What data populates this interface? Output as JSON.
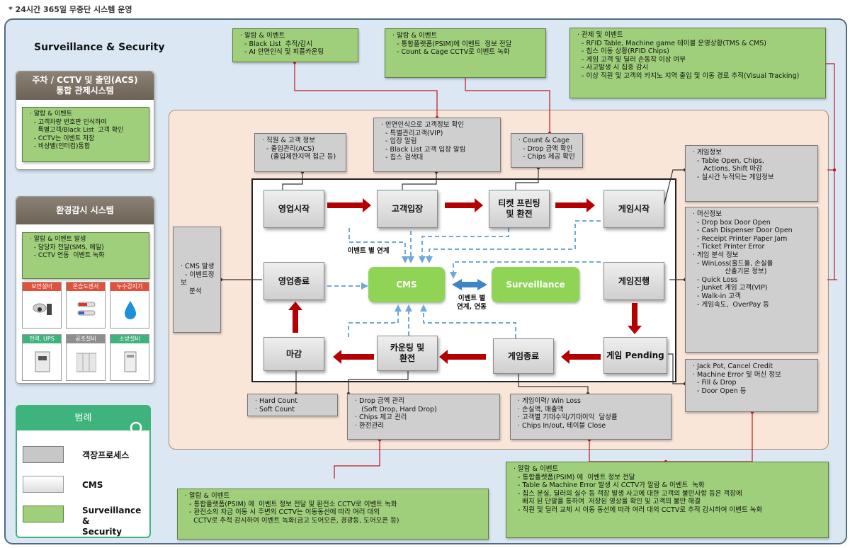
{
  "top_note": "* 24시간 365일 무중단 시스템 운영",
  "section_title": "Surveillance & Security",
  "left_panels": {
    "parking": {
      "title": "주차 / CCTV 및 출입(ACS)\n통합 관제시스템",
      "text": "· 알람 & 이벤트\n  - 고객차량 번호판 인식하여\n    특별고객/Black List  고객 확인\n  - CCTV는 이벤트 저장\n  - 비상벨(인터컴)통합"
    },
    "environment": {
      "title": "환경감시 시스템",
      "text": "· 알람 & 이벤트 발생\n  - 담당자 전달(SMS, 메일)\n  - CCTV 연동  이벤트 녹화",
      "tiles": [
        {
          "label": "보안설비",
          "color": "#e0523b"
        },
        {
          "label": "온습도센서",
          "color": "#e0523b"
        },
        {
          "label": "누수감지기",
          "color": "#e0523b"
        },
        {
          "label": "전력, UPS",
          "color": "#3eb37c"
        },
        {
          "label": "공조설비",
          "color": "#8f8f8f"
        },
        {
          "label": "소방설비",
          "color": "#3eb37c"
        }
      ]
    }
  },
  "legend": {
    "title": "범례",
    "items": [
      "객장프로세스",
      "CMS",
      "Surveillance &\nSecurity"
    ]
  },
  "green_notes": {
    "top1": "· 알람 & 이벤트\n  - Black List  추적/감시\n  - AI 안면인식 및 피플카운팅",
    "top2": "· 알람 & 이벤트\n  - 통합플랫폼(PSIM)에 이벤트  정보 전달\n  - Count & Cage CCTV로 이벤트 녹화",
    "top3": "· 관제 및 이벤트\n  - RFID Table, Machine game 테이블 운영상황(TMS & CMS)\n  - 칩스 이동 상황(RFID Chips)\n  - 게임 고객 및 딜러 손동작 이상 여부\n  - 사고발생 시 집중 감시\n  - 이상 직원 및 고객의 카지노 지역 출입 및 이동 경로 추적(Visual Tracking)",
    "bottom1": "· 알람 & 이벤트\n  - 통합플랫폼(PSIM) 에  이벤트 정보 전달 및 환전소 CCTV로 이벤트 녹화\n  - 환전소의 자금 이동 시 주변의 CCTV는 이동동선에 따라 여러 대의\n    CCTV로 추적 감시하여 이벤트 녹화(금고 도어오픈, 경광등, 도어오픈 등)",
    "bottom2": "· 알람 & 이벤트\n  - 통합플랫폼(PSIM) 에  이벤트 정보 전달\n  - Table & Machine Error 발생 시 CCTV가 알람 & 이벤트  녹화\n  - 칩스 분실, 딜러의 실수 등 객장 발생 사고에 대한 고객의 불만사항 등은 객장에\n    배치 된 단말을 통하여  저장된 영상을 확인 및 고객의 불만 해결\n  - 직원 및 딜러 교체 시 이동 동선에 따라 여러 대의 CCTV로 추적 감시하여 이벤트 녹화"
  },
  "gray_notes": {
    "staff": "· 직원 & 고객 정보\n  - 출입관리(ACS)\n    (출입제한지역 접근 등)",
    "face": "· 안면인식으로 고객정보 확인\n  - 특별관리고객(VIP)\n  - 입장 알림\n  - Black List 고객 입장 알림\n  - 칩스 검색대",
    "count_cage": "· Count & Cage\n  - Drop 금액 확인\n  - Chips 제공 확인",
    "game_info": "· 게임정보\n  - Table Open, Chips,\n     Actions, Shift 마감\n  - 실시간 누적되는 게임정보",
    "machine": "· 머신정보\n  - Drop box Door Open\n  - Cash Dispenser Door Open\n  - Receipt Printer Paper Jam\n  - Ticket Printer Error\n· 게임 분석 정보\n  - WinLoss(홀드율, 손실율\n               산출기본 정보)\n  - Quick Loss\n  - Junket 게임 고객(VIP)\n  - Walk-in 고객\n  - 게임속도,  OverPay 등",
    "jackpot": "· Jack Pot, Cancel Credit\n· Machine Error 및 머신 정보\n  - Fill & Drop\n  - Door Open 등",
    "cms_left": "· CMS 발생\n  - 이벤트정보\n    분석",
    "hard_count": "· Hard Count\n· Soft Count",
    "drop": "· Drop 금액 관리\n   (Soft Drop, Hard Drop)\n· Chips 제고 관리\n· 환전관리",
    "history": "· 게임이력/ Win Loss\n· 손실액, 매출액\n· 고객별 기대수익/기대이익  달성률\n· Chips In/out, 테이블 Close"
  },
  "process": {
    "open": "영업시작",
    "entry": "고객입장",
    "ticket": "티켓 프린팅\n및 환전",
    "game_start": "게임시작",
    "close_biz": "영업종료",
    "game_progress": "게임진행",
    "closing": "마감",
    "counting": "카운팅 및\n환전",
    "game_end": "게임종료",
    "game_pending": "게임 Pending"
  },
  "cms_label": "CMS",
  "surveillance_label": "Surveillance",
  "event_link_label": "이벤트 별 연계",
  "event_link2_label": "이벤트 별\n연계, 연동",
  "colors": {
    "green": "#9fcf7a",
    "cms": "#8fd455",
    "arrow": "#b40000",
    "dash": "#6fa8dc",
    "outer": "#dbe8f4",
    "inner": "#fae6d9"
  }
}
